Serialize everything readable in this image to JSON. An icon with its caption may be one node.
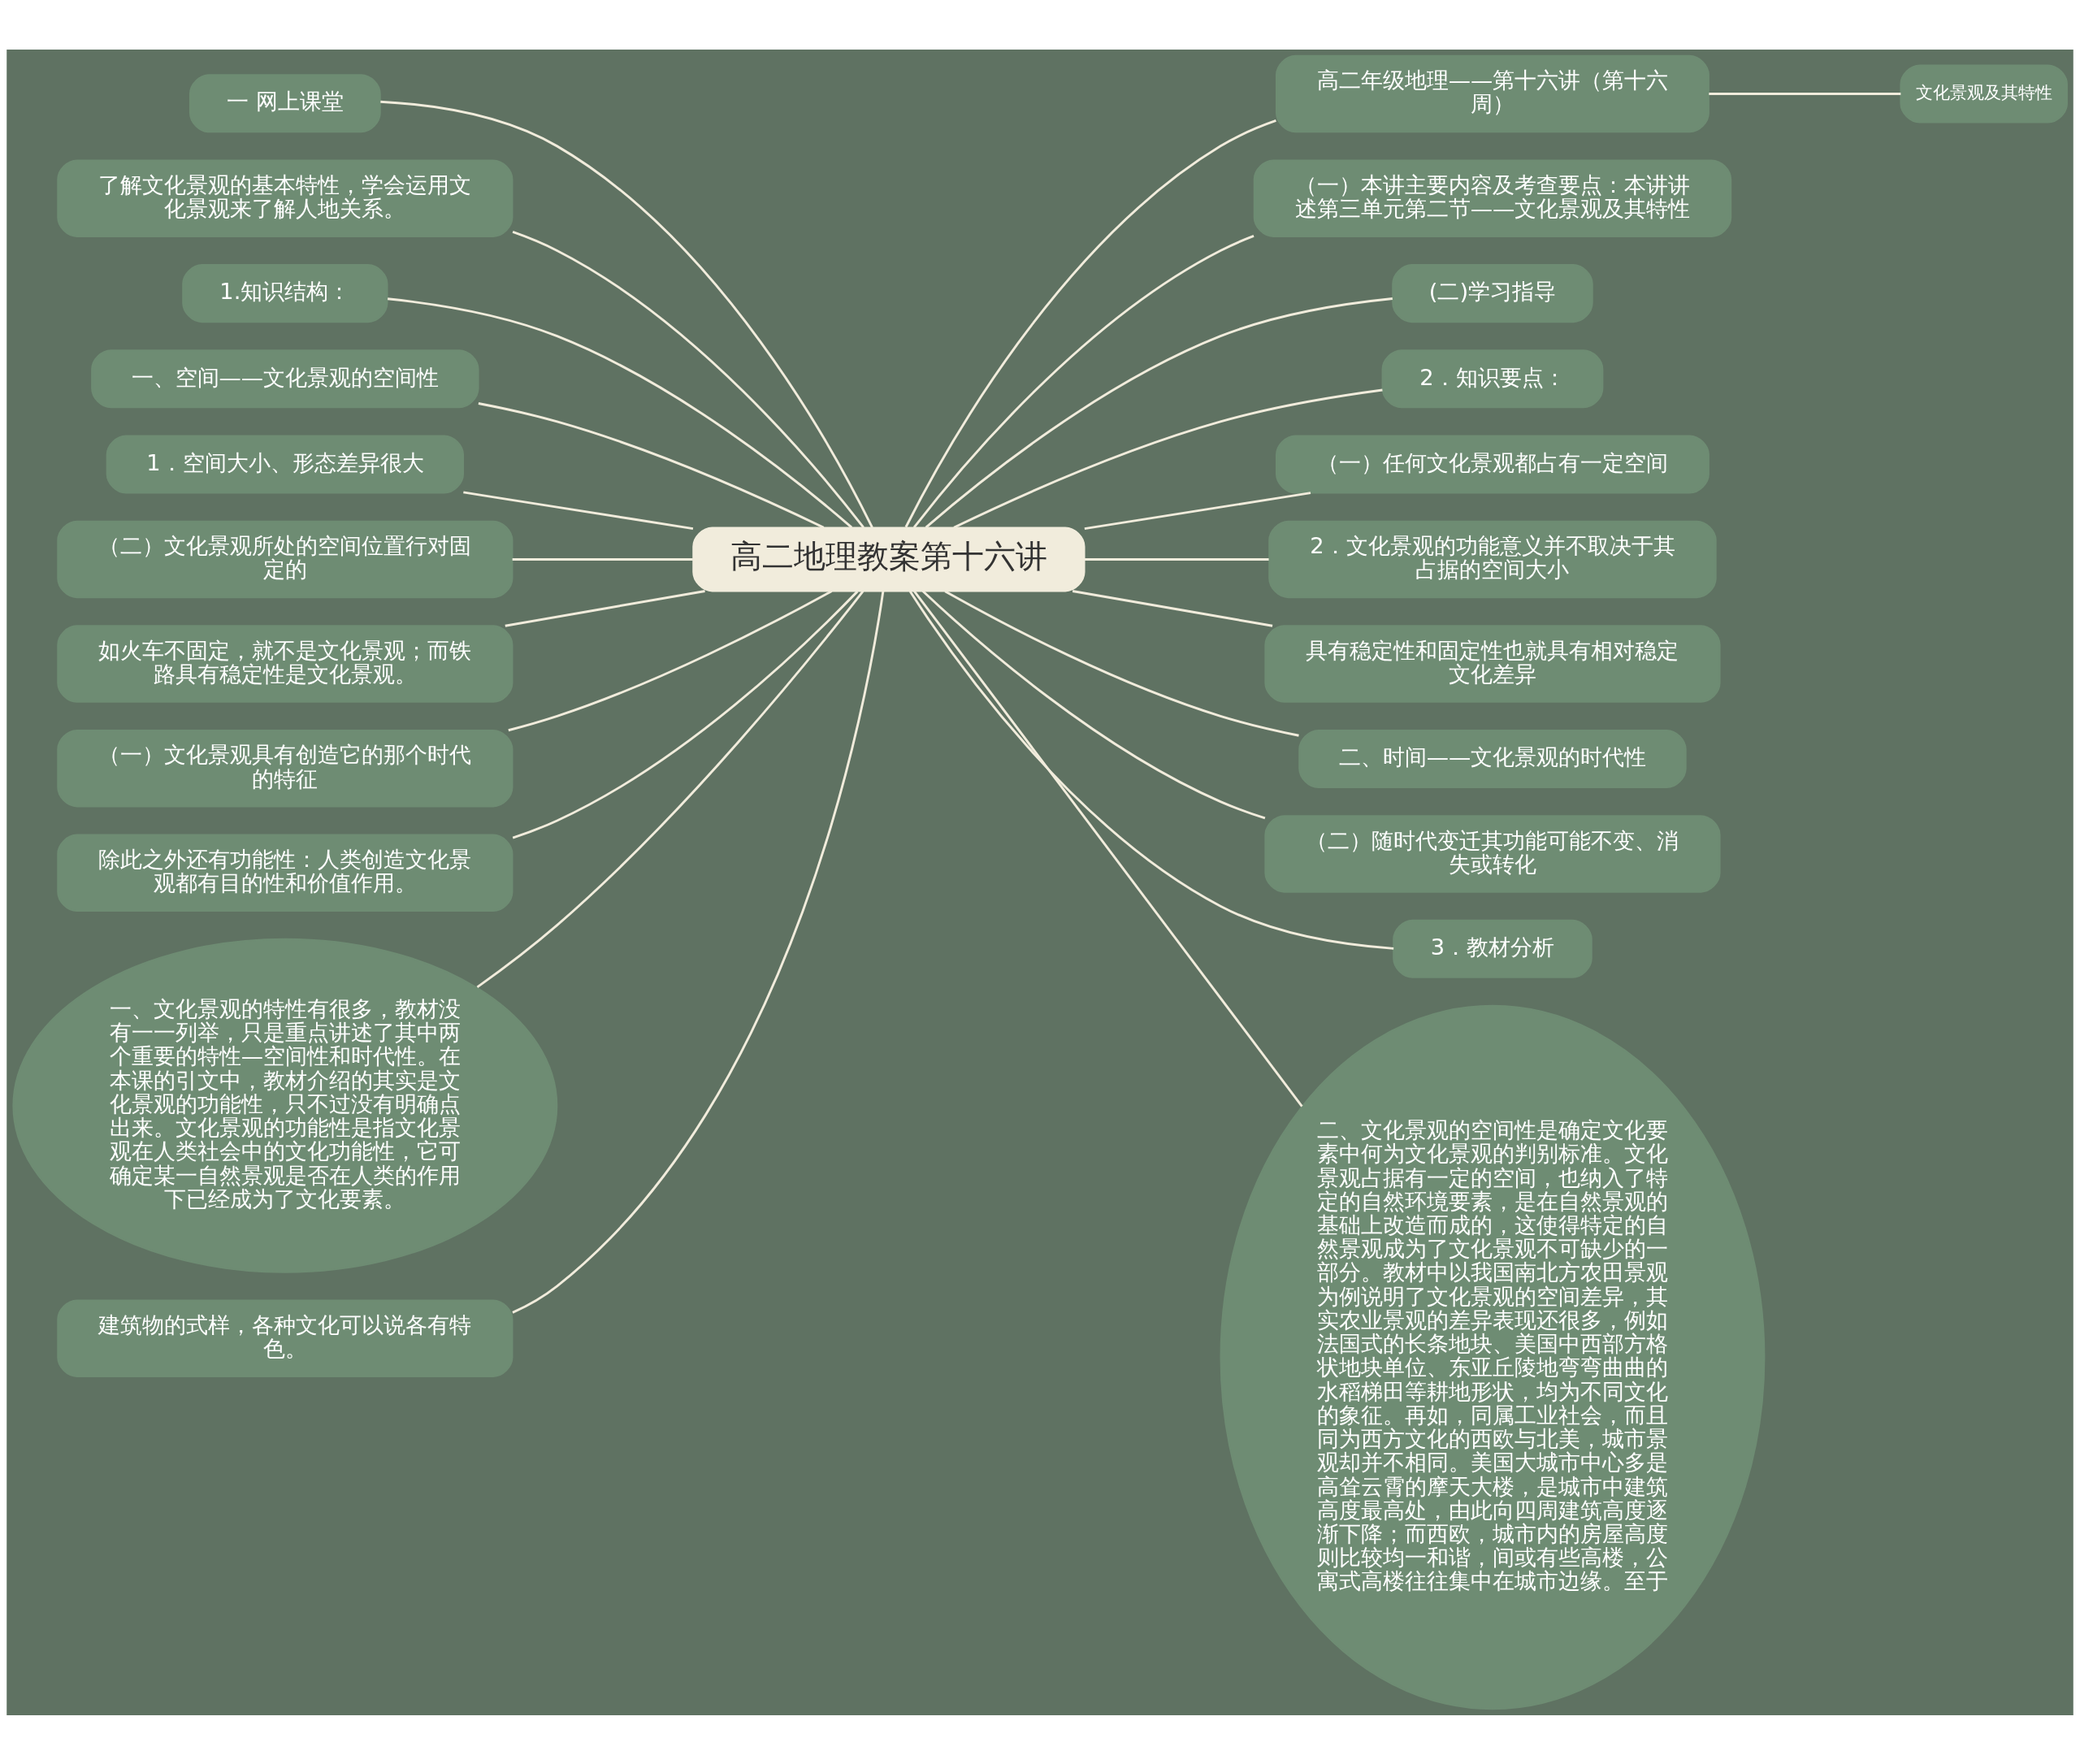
{
  "diagram": {
    "nodes": [
      {
        "text": [
          "高二地理教案第十六讲"
        ]
      },
      {
        "text": [
          "高二年级地理——第十六讲（第十六周）"
        ]
      },
      {
        "text": [
          "文化景观及其特性"
        ]
      },
      {
        "text": [
          "（一）本讲主要内容及考查要点：本讲讲述第三单元第二节——文化景观及其特性"
        ]
      },
      {
        "text": [
          "(二)学习指导"
        ]
      },
      {
        "text": [
          "2．知识要点："
        ]
      },
      {
        "text": [
          "（一）任何文化景观都占有一定空间"
        ]
      },
      {
        "text": [
          "2．文化景观的功能意义并不取决于其占据的空间大小"
        ]
      },
      {
        "text": [
          "具有稳定性和固定性也就具有相对稳定文化差异"
        ]
      },
      {
        "text": [
          "二、时间——文化景观的时代性"
        ]
      },
      {
        "text": [
          "（二）随时代变迁其功能可能不变、消失或转化"
        ]
      },
      {
        "text": [
          "3．教材分析"
        ]
      },
      {
        "text": [
          "二、文化景观的空间性是确定文化要素中何为文化景观的判别标准。文化景观占据有一定的空间，也纳入了特定的自然环境要素，是在自然景观的基础上改造而成的，这使得特定的自然景观成为了文化景观不可缺少的一部分。教材中以我国南北方农田景观为例说明了文化景观的空间差异，其实农业景观的差异表现还很多，例如法国式的长条地块、美国中西部方格状地块单位、东亚丘陵地弯弯曲曲的水稻梯田等耕地形状，均为不同文化的象征。再如，同属工业社会，而且同为西方文化的西欧与北美，城市景观却并不相同。美国大城市中心多是高耸云霄的摩天大楼，是城市中建筑高度最高处，由此向四周建筑高度逐渐下降；而西欧，城市内的房屋高度则比较均一和谐，间或有些高楼，公寓式高楼往往集中在城市边缘。至于"
        ]
      },
      {
        "text": [
          "一 网上课堂"
        ]
      },
      {
        "text": [
          "了解文化景观的基本特性，学会运用文化景观来了解人地关系。"
        ]
      },
      {
        "text": [
          "1.知识结构："
        ]
      },
      {
        "text": [
          "一、空间——文化景观的空间性"
        ]
      },
      {
        "text": [
          "1．空间大小、形态差异很大"
        ]
      },
      {
        "text": [
          "（二）文化景观所处的空间位置行对固定的"
        ]
      },
      {
        "text": [
          "如火车不固定，就不是文化景观；而铁路具有稳定性是文化景观。"
        ]
      },
      {
        "text": [
          "（一）文化景观具有创造它的那个时代的特征"
        ]
      },
      {
        "text": [
          "除此之外还有功能性：人类创造文化景观都有目的性和价值作用。"
        ]
      },
      {
        "text": [
          "一、文化景观的特性有很多，教材没有一一列举，只是重点讲述了其中两个重要的特性—空间性和时代性。在本课的引文中，教材介绍的其实是文化景观的功能性，只不过没有明确点出来。文化景观的功能性是指文化景观在人类社会中的文化功能性，它可确定某一自然景观是否在人类的作用下已经成为了文化要素。"
        ]
      },
      {
        "text": [
          "建筑物的式样，各种文化可以说各有特色。"
        ]
      }
    ],
    "edges": [
      {
        "from": 0,
        "to": 1,
        "arrow": "none"
      },
      {
        "from": 1,
        "to": 2,
        "arrow": "none"
      },
      {
        "from": 0,
        "to": 3,
        "arrow": "none"
      },
      {
        "from": 0,
        "to": 4,
        "arrow": "none"
      },
      {
        "from": 0,
        "to": 5,
        "arrow": "none"
      },
      {
        "from": 0,
        "to": 6,
        "arrow": "none"
      },
      {
        "from": 0,
        "to": 7,
        "arrow": "none"
      },
      {
        "from": 0,
        "to": 8,
        "arrow": "none"
      },
      {
        "from": 0,
        "to": 9,
        "arrow": "none"
      },
      {
        "from": 0,
        "to": 10,
        "arrow": "none"
      },
      {
        "from": 0,
        "to": 11,
        "arrow": "none"
      },
      {
        "from": 0,
        "to": 12,
        "arrow": "none"
      },
      {
        "from": 0,
        "to": 13,
        "arrow": "none"
      },
      {
        "from": 0,
        "to": 14,
        "arrow": "none"
      },
      {
        "from": 0,
        "to": 15,
        "arrow": "none"
      },
      {
        "from": 0,
        "to": 16,
        "arrow": "none"
      },
      {
        "from": 0,
        "to": 17,
        "arrow": "none"
      },
      {
        "from": 0,
        "to": 18,
        "arrow": "none"
      },
      {
        "from": 0,
        "to": 19,
        "arrow": "none"
      },
      {
        "from": 0,
        "to": 20,
        "arrow": "none"
      },
      {
        "from": 0,
        "to": 21,
        "arrow": "none"
      },
      {
        "from": 0,
        "to": 22,
        "arrow": "none"
      },
      {
        "from": 0,
        "to": 23,
        "arrow": "none"
      }
    ]
  }
}
